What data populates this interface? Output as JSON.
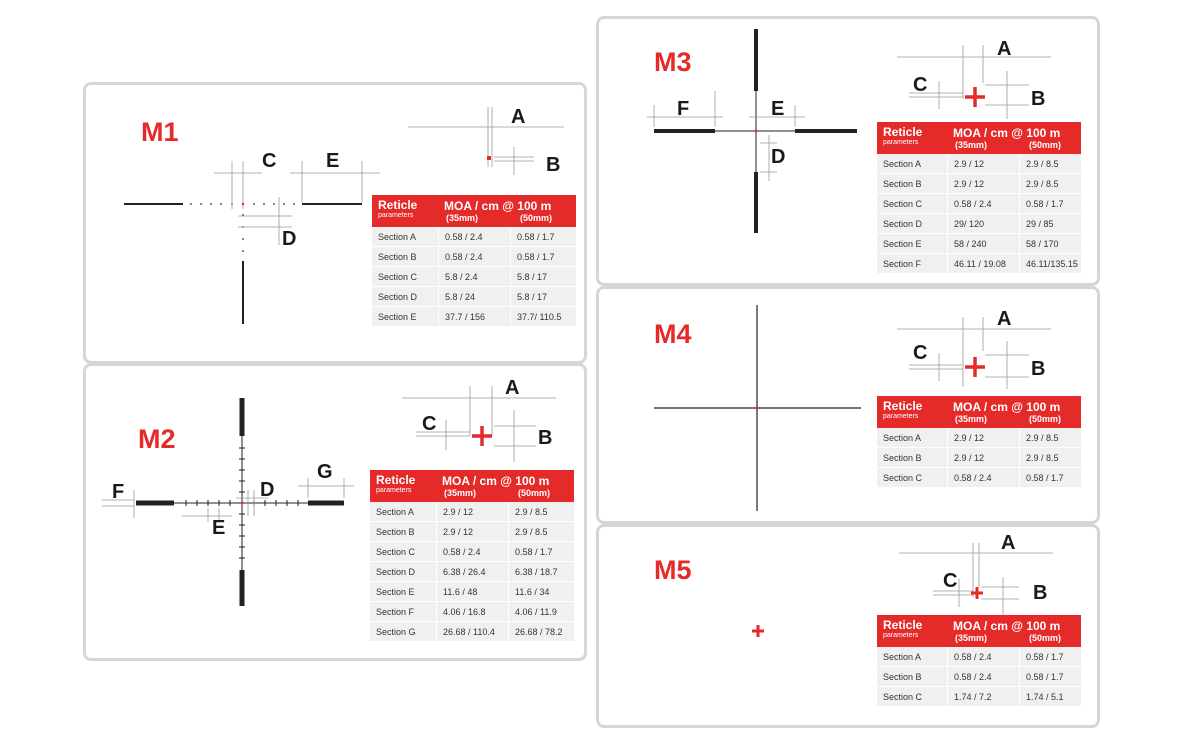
{
  "colors": {
    "accent": "#e52a2a",
    "frame": "#d6d6d6",
    "row": "#f0f0f0",
    "ink": "#1a1a1a"
  },
  "table_header": {
    "label": "Reticle",
    "sublabel": "parameters",
    "unit": "MOA / cm @ 100 m",
    "col_35": "(35mm)",
    "col_50": "(50mm)"
  },
  "m1": {
    "title": "M1",
    "labels": {
      "a": "A",
      "b": "B",
      "c": "C",
      "d": "D",
      "e": "E"
    },
    "rows": [
      {
        "section": "Section A",
        "v35": "0.58 / 2.4",
        "v50": "0.58 / 1.7"
      },
      {
        "section": "Section B",
        "v35": "0.58 / 2.4",
        "v50": "0.58 / 1.7"
      },
      {
        "section": "Section C",
        "v35": "5.8 / 2.4",
        "v50": "5.8 / 17"
      },
      {
        "section": "Section D",
        "v35": "5.8 / 24",
        "v50": "5.8 / 17"
      },
      {
        "section": "Section E",
        "v35": "37.7 / 156",
        "v50": "37.7/ 110.5"
      }
    ]
  },
  "m2": {
    "title": "M2",
    "labels": {
      "a": "A",
      "b": "B",
      "c": "C",
      "d": "D",
      "e": "E",
      "f": "F",
      "g": "G"
    },
    "rows": [
      {
        "section": "Section A",
        "v35": "2.9 / 12",
        "v50": "2.9 / 8.5"
      },
      {
        "section": "Section B",
        "v35": "2.9 / 12",
        "v50": "2.9 / 8.5"
      },
      {
        "section": "Section C",
        "v35": "0.58 / 2.4",
        "v50": "0.58 / 1.7"
      },
      {
        "section": "Section D",
        "v35": "6.38 / 26.4",
        "v50": "6.38 / 18.7"
      },
      {
        "section": "Section E",
        "v35": "11.6 / 48",
        "v50": "11.6 / 34"
      },
      {
        "section": "Section F",
        "v35": "4.06 / 16.8",
        "v50": "4.06 / 11.9"
      },
      {
        "section": "Section G",
        "v35": "26.68 / 110.4",
        "v50": "26.68 / 78.2"
      }
    ]
  },
  "m3": {
    "title": "M3",
    "labels": {
      "a": "A",
      "b": "B",
      "c": "C",
      "d": "D",
      "e": "E",
      "f": "F"
    },
    "rows": [
      {
        "section": "Section A",
        "v35": "2.9 / 12",
        "v50": "2.9 / 8.5"
      },
      {
        "section": "Section B",
        "v35": "2.9 / 12",
        "v50": "2.9 / 8.5"
      },
      {
        "section": "Section C",
        "v35": "0.58 / 2.4",
        "v50": "0.58 / 1.7"
      },
      {
        "section": "Section D",
        "v35": "29/ 120",
        "v50": "29 / 85"
      },
      {
        "section": "Section E",
        "v35": "58 / 240",
        "v50": "58 / 170"
      },
      {
        "section": "Section F",
        "v35": "46.11 / 19.08",
        "v50": "46.11/135.15"
      }
    ]
  },
  "m4": {
    "title": "M4",
    "labels": {
      "a": "A",
      "b": "B",
      "c": "C"
    },
    "rows": [
      {
        "section": "Section A",
        "v35": "2.9 / 12",
        "v50": "2.9 / 8.5"
      },
      {
        "section": "Section B",
        "v35": "2.9 / 12",
        "v50": "2.9 / 8.5"
      },
      {
        "section": "Section C",
        "v35": "0.58 / 2.4",
        "v50": "0.58 / 1.7"
      }
    ]
  },
  "m5": {
    "title": "M5",
    "labels": {
      "a": "A",
      "b": "B",
      "c": "C"
    },
    "rows": [
      {
        "section": "Section A",
        "v35": "0.58 / 2.4",
        "v50": "0.58 / 1.7"
      },
      {
        "section": "Section B",
        "v35": "0.58 / 2.4",
        "v50": "0.58 / 1.7"
      },
      {
        "section": "Section C",
        "v35": "1.74 / 7.2",
        "v50": "1.74 / 5.1"
      }
    ]
  }
}
